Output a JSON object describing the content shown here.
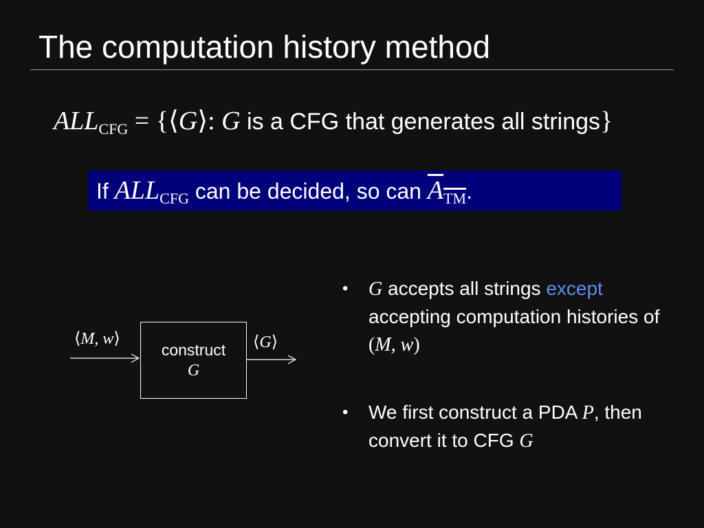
{
  "slide": {
    "title": "The computation history method"
  },
  "definition": {
    "lhs": "ALL",
    "lhs_sub": "CFG",
    "equals_open": " = {⟨",
    "var_g": "G",
    "close_angle": "⟩",
    "colon": ": ",
    "var_g2": "G",
    "text": " is a CFG that generates all strings",
    "close_brace": "}"
  },
  "highlight": {
    "prefix": "If ",
    "lang": "ALL",
    "lang_sub": "CFG",
    "middle": " can be decided, so can ",
    "target": "A",
    "target_sub": "TM",
    "period": ".",
    "background": "#00007a"
  },
  "diagram": {
    "input_label_open": "⟨",
    "input_label_vars": "M, w",
    "input_label_close": "⟩",
    "box_label": "construct",
    "box_var": "G",
    "output_label_open": "⟨",
    "output_label_var": "G",
    "output_label_close": "⟩"
  },
  "bullets": [
    {
      "marker": "•",
      "var_g": "G",
      "text1": " accepts all strings ",
      "accent": "except",
      "text2": " accepting computation histories of ",
      "paren_open": "(",
      "vars": "M, w",
      "paren_close": ")"
    },
    {
      "marker": "•",
      "text1": "We first construct a PDA ",
      "var_p": "P",
      "text2": ", then convert it to CFG ",
      "var_g": "G"
    }
  ],
  "colors": {
    "background": "#111111",
    "text": "#ffffff",
    "accent": "#5b8cf0"
  }
}
